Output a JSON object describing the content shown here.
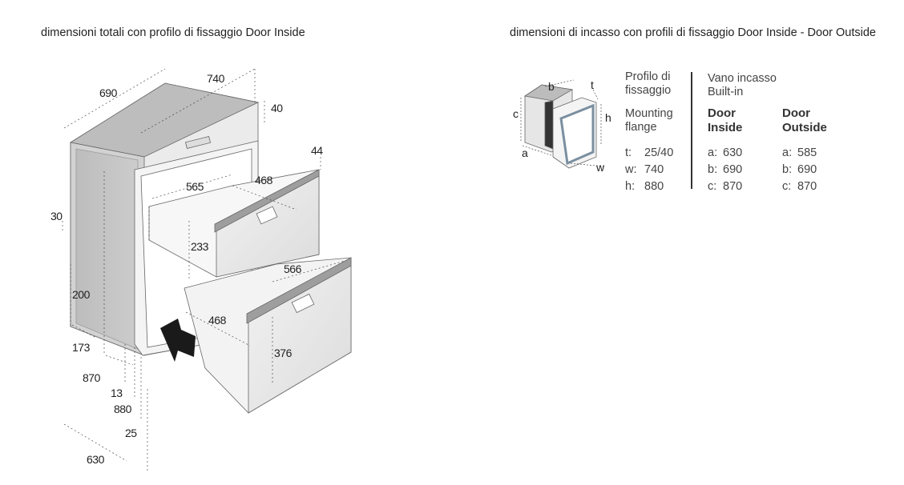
{
  "titles": {
    "left": "dimensioni totali con profilo di fissaggio Door Inside",
    "right": "dimensioni di incasso con profili di fissaggio Door Inside - Door Outside"
  },
  "diagram_left": {
    "dims": {
      "d690": "690",
      "d740": "740",
      "d40": "40",
      "d44": "44",
      "d565": "565",
      "d468a": "468",
      "d233": "233",
      "d566": "566",
      "d30": "30",
      "d200": "200",
      "d468b": "468",
      "d376": "376",
      "d173": "173",
      "d870": "870",
      "d13": "13",
      "d880": "880",
      "d25": "25",
      "d630": "630"
    }
  },
  "diagram_right": {
    "labels": {
      "b": "b",
      "t": "t",
      "c": "c",
      "h": "h",
      "a": "a",
      "w": "w"
    }
  },
  "table": {
    "profile_it": [
      "Profilo di",
      "fissaggio"
    ],
    "profile_en": [
      "Mounting",
      "flange"
    ],
    "profile_values": [
      {
        "k": "t:",
        "v": "25/40"
      },
      {
        "k": "w:",
        "v": "740"
      },
      {
        "k": "h:",
        "v": "880"
      }
    ],
    "vano_it": "Vano incasso",
    "vano_en": "Built-in",
    "door_inside": [
      "Door",
      "Inside"
    ],
    "door_outside": [
      "Door",
      "Outside"
    ],
    "inside_values": [
      {
        "k": "a:",
        "v": "630"
      },
      {
        "k": "b:",
        "v": "690"
      },
      {
        "k": "c:",
        "v": "870"
      }
    ],
    "outside_values": [
      {
        "k": "a:",
        "v": "585"
      },
      {
        "k": "b:",
        "v": "690"
      },
      {
        "k": "c:",
        "v": "870"
      }
    ]
  }
}
